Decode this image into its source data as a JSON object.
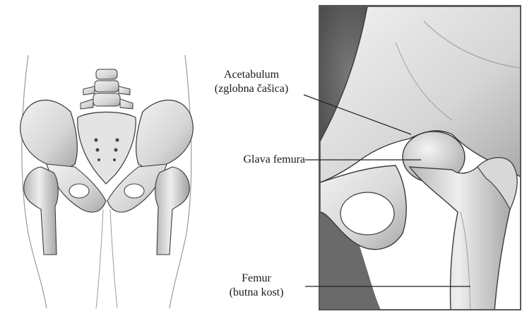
{
  "labels": {
    "acetabulum": {
      "line1": "Acetabulum",
      "line2": "(zglobna čašica)"
    },
    "femoral_head": {
      "line1": "Glava femura"
    },
    "femur": {
      "line1": "Femur",
      "line2": "(butna kost)"
    }
  },
  "colors": {
    "bone_light": "#ececec",
    "bone_mid": "#c9c9c9",
    "bone_dark": "#8c8c8c",
    "outline": "#3a3a3a",
    "background_dark": "#5a5a5a",
    "leader_line": "#222222"
  }
}
